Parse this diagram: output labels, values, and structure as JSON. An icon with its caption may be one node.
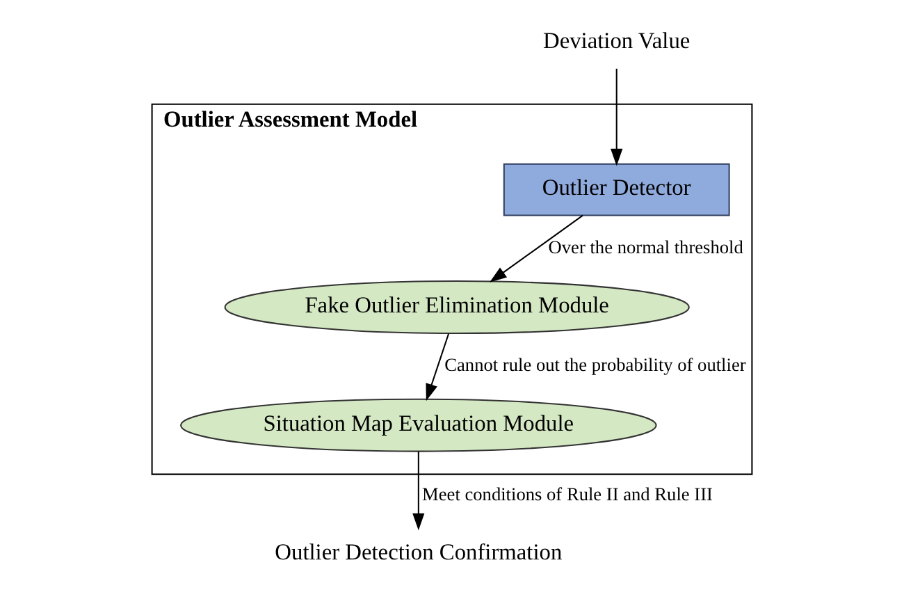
{
  "diagram": {
    "nodes": [
      {
        "text": [
          "Deviation Value"
        ]
      },
      {
        "text": [
          "Outlier Assessment Model"
        ]
      },
      {
        "text": [
          "Outlier Detector"
        ],
        "in": 1
      },
      {
        "text": [
          "Fake Outlier Elimination Module"
        ],
        "in": 1
      },
      {
        "text": [
          "Situation Map Evaluation Module"
        ],
        "in": 1
      },
      {
        "text": [
          "Outlier Detection Confirmation"
        ]
      }
    ],
    "edges": [
      {
        "from": 0,
        "to": 2,
        "arrow": "to"
      },
      {
        "from": 2,
        "to": 3,
        "arrow": "to",
        "label": "Over the normal threshold"
      },
      {
        "from": 3,
        "to": 4,
        "arrow": "to",
        "label": "Cannot rule out the probability of outlier"
      },
      {
        "from": 4,
        "to": 5,
        "arrow": "to",
        "label": "Meet conditions of Rule II and Rule III"
      }
    ]
  }
}
